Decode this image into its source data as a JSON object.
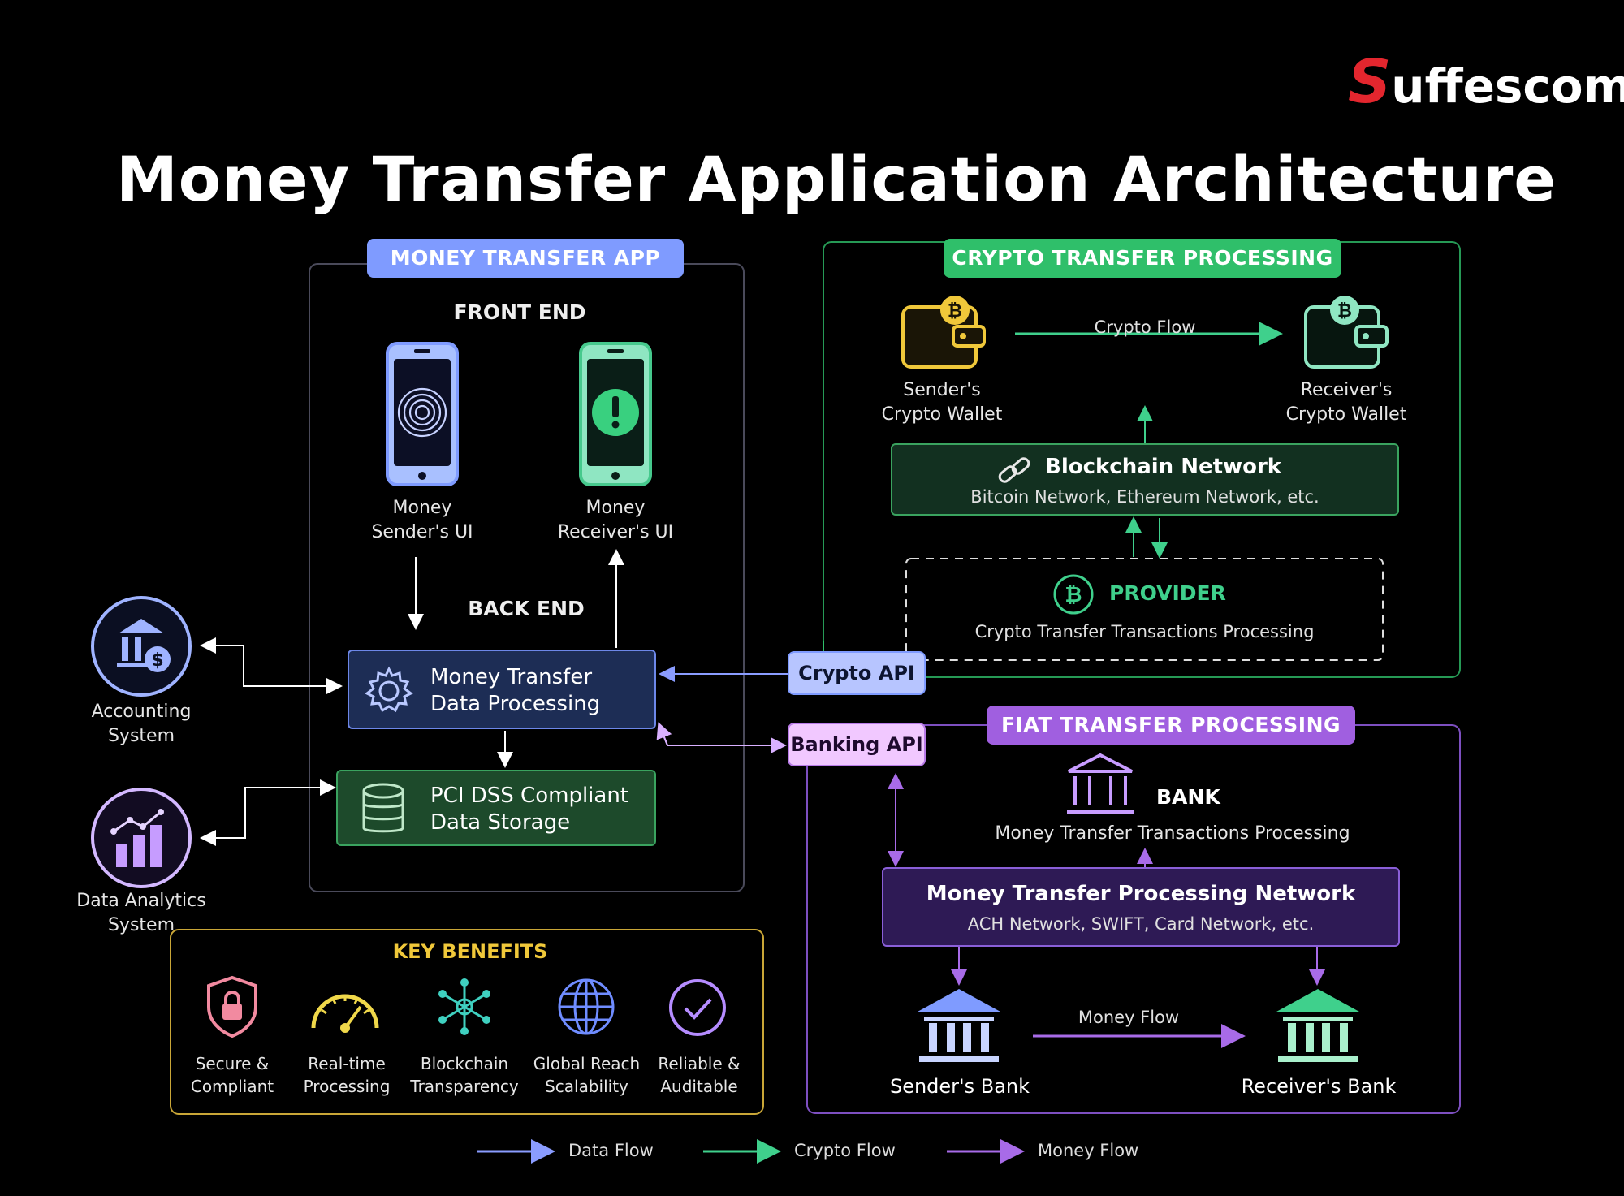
{
  "brand": {
    "logo_s": "S",
    "logo_rest": "uffescom"
  },
  "title": "Money Transfer Application Architecture",
  "app": {
    "header": "MONEY TRANSFER APP",
    "front_end": "FRONT END",
    "back_end": "BACK END",
    "sender_ui": [
      "Money",
      "Sender's UI"
    ],
    "receiver_ui": [
      "Money",
      "Receiver's UI"
    ],
    "processing": [
      "Money Transfer",
      "Data Processing"
    ],
    "storage": [
      "PCI DSS Compliant",
      "Data Storage"
    ]
  },
  "side": {
    "accounting": [
      "Accounting",
      "System"
    ],
    "analytics": [
      "Data Analytics",
      "System"
    ]
  },
  "crypto": {
    "header": "CRYPTO TRANSFER PROCESSING",
    "flow_label": "Crypto Flow",
    "sender_wallet": [
      "Sender's",
      "Crypto Wallet"
    ],
    "receiver_wallet": [
      "Receiver's",
      "Crypto Wallet"
    ],
    "blockchain_title": "Blockchain Network",
    "blockchain_sub": "Bitcoin Network, Ethereum Network, etc.",
    "provider_title": "PROVIDER",
    "provider_sub": "Crypto Transfer Transactions Processing"
  },
  "apis": {
    "crypto": "Crypto API",
    "banking": "Banking API"
  },
  "fiat": {
    "header": "FIAT TRANSFER PROCESSING",
    "bank_title": "BANK",
    "bank_sub": "Money Transfer Transactions Processing",
    "network_title": "Money Transfer Processing Network",
    "network_sub": "ACH Network, SWIFT, Card Network, etc.",
    "flow_label": "Money Flow",
    "sender_bank": "Sender's Bank",
    "receiver_bank": "Receiver's Bank"
  },
  "benefits": {
    "header": "KEY BENEFITS",
    "items": [
      {
        "icon": "shield-lock-icon",
        "line1": "Secure &",
        "line2": "Compliant"
      },
      {
        "icon": "speedometer-icon",
        "line1": "Real-time",
        "line2": "Processing"
      },
      {
        "icon": "network-nodes-icon",
        "line1": "Blockchain",
        "line2": "Transparency"
      },
      {
        "icon": "globe-icon",
        "line1": "Global Reach",
        "line2": "Scalability"
      },
      {
        "icon": "check-circle-icon",
        "line1": "Reliable &",
        "line2": "Auditable"
      }
    ]
  },
  "legend": [
    {
      "label": "Data Flow",
      "color": "#8a9cff"
    },
    {
      "label": "Crypto Flow",
      "color": "#3fd08c"
    },
    {
      "label": "Money Flow",
      "color": "#a86be8"
    }
  ],
  "colors": {
    "blue": "#7f9bff",
    "green": "#2fbf6a",
    "purple": "#a05fe0",
    "gold": "#f0c83a",
    "pink": "#f2a6ff"
  }
}
